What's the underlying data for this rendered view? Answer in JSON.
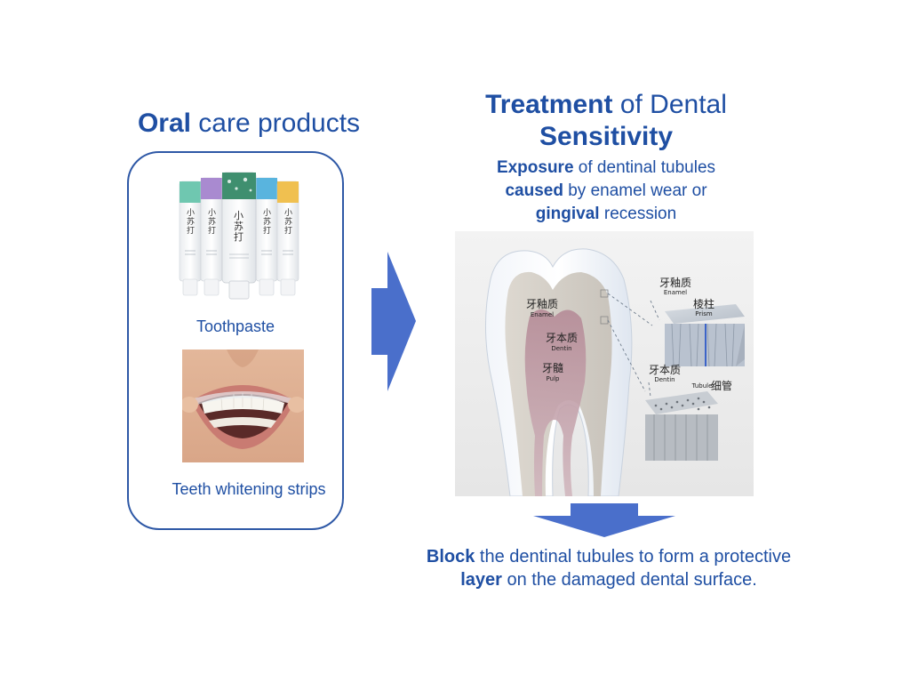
{
  "left": {
    "title_bold": "Oral",
    "title_rest": " care products",
    "products": [
      {
        "label": "Toothpaste"
      },
      {
        "label": "Teeth whitening strips"
      }
    ],
    "toothpaste_brand": "小苏打"
  },
  "right": {
    "title_line1_bold": "Treatment",
    "title_line1_rest": " of Dental",
    "title_line2": "Sensitivity",
    "sub_line1_bold": "Exposure",
    "sub_line1_rest": " of dentinal tubules",
    "sub_line2_bold": "caused",
    "sub_line2_rest": " by enamel wear or",
    "sub_line3_bold": "gingival",
    "sub_line3_rest": " recession",
    "diagram_labels": {
      "enamel_cn": "牙釉质",
      "enamel_en": "Enamel",
      "dentin_cn": "牙本质",
      "dentin_en": "Dentin",
      "pulp_cn": "牙髓",
      "pulp_en": "Pulp",
      "enamel2_cn": "牙釉质",
      "enamel2_en": "Enamel",
      "prism_cn": "棱柱",
      "prism_en": "Prism",
      "dentin2_cn": "牙本质",
      "dentin2_en": "Dentin",
      "tubule_cn": "细管",
      "tubule_en": "Tubule"
    },
    "conclusion_bold1": "Block",
    "conclusion_rest1": " the dentinal tubules to form a protective",
    "conclusion_bold2": "layer",
    "conclusion_rest2": " on the damaged dental surface."
  },
  "colors": {
    "text": "#1f4fa3",
    "arrow": "#4a6fcb",
    "box_border": "#2e58a6"
  }
}
